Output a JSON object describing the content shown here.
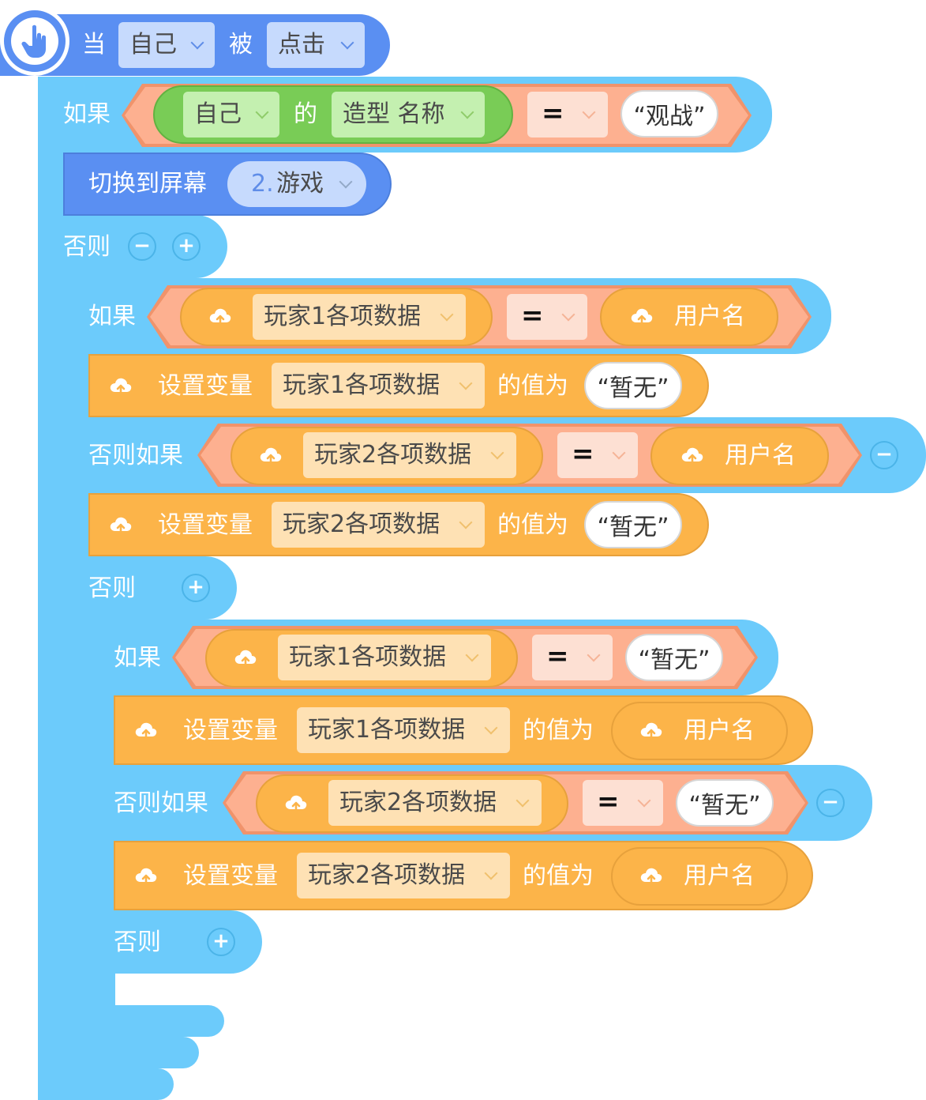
{
  "event_block": {
    "when": "当",
    "sprite": "自己",
    "passive": "被",
    "action": "点击",
    "icon": "hand-pointer-icon"
  },
  "if1": {
    "label": "如果",
    "subject": "自己",
    "of": "的",
    "property": "造型 名称",
    "operator": "=",
    "value": "观战"
  },
  "switch_screen": {
    "label": "切换到屏幕",
    "screen_num": "2.",
    "screen_name": "游戏"
  },
  "else1": {
    "label": "否则",
    "minus": "−",
    "plus": "+"
  },
  "if2": {
    "label": "如果",
    "left_var": "玩家1各项数据",
    "operator": "=",
    "right_var": "用户名"
  },
  "set1": {
    "label": "设置变量",
    "var": "玩家1各项数据",
    "value_label": "的值为",
    "value": "暂无"
  },
  "elif2": {
    "label": "否则如果",
    "left_var": "玩家2各项数据",
    "operator": "=",
    "right_var": "用户名",
    "minus": "−"
  },
  "set2": {
    "label": "设置变量",
    "var": "玩家2各项数据",
    "value_label": "的值为",
    "value": "暂无"
  },
  "else2": {
    "label": "否则",
    "plus": "+"
  },
  "if3": {
    "label": "如果",
    "left_var": "玩家1各项数据",
    "operator": "=",
    "value": "暂无"
  },
  "set3": {
    "label": "设置变量",
    "var": "玩家1各项数据",
    "value_label": "的值为",
    "value_var": "用户名"
  },
  "elif3": {
    "label": "否则如果",
    "left_var": "玩家2各项数据",
    "operator": "=",
    "value": "暂无",
    "minus": "−"
  },
  "set4": {
    "label": "设置变量",
    "var": "玩家2各项数据",
    "value_label": "的值为",
    "value_var": "用户名"
  },
  "else3": {
    "label": "否则",
    "plus": "+"
  },
  "colors": {
    "event": "#5a8ff2",
    "control": "#6ccbfb",
    "variable": "#fcb449",
    "operator": "#f0936b",
    "sensing": "#79cc56"
  },
  "icons": {
    "cloud": "cloud-upload-icon"
  }
}
